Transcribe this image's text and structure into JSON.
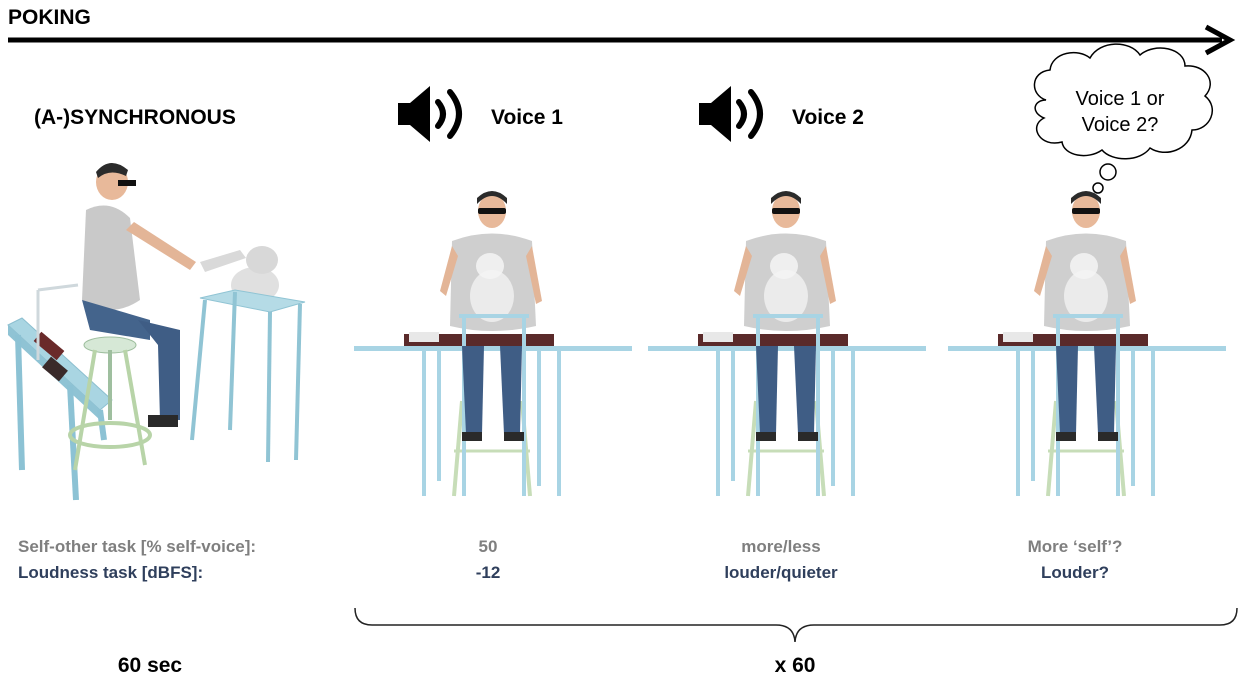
{
  "timeline": {
    "label": "POKING"
  },
  "conditions": {
    "label": "(A-)SYNCHRONOUS",
    "duration": "60 sec"
  },
  "stimuli": [
    {
      "label": "Voice 1",
      "icon": "speaker-icon"
    },
    {
      "label": "Voice 2",
      "icon": "speaker-icon"
    }
  ],
  "question_bubble": {
    "line1": "Voice 1 or",
    "line2": "Voice 2?"
  },
  "tasks": {
    "self_other": {
      "label": "Self-other task [% self-voice]:",
      "voice1": "50",
      "voice2": "more/less",
      "question": "More ‘self’?",
      "color": "#7f7f7f"
    },
    "loudness": {
      "label": "Loudness task [dBFS]:",
      "voice1": "-12",
      "voice2": "louder/quieter",
      "question": "Louder?",
      "color": "#2f3f5c"
    }
  },
  "repetitions": {
    "label": "x 60"
  }
}
